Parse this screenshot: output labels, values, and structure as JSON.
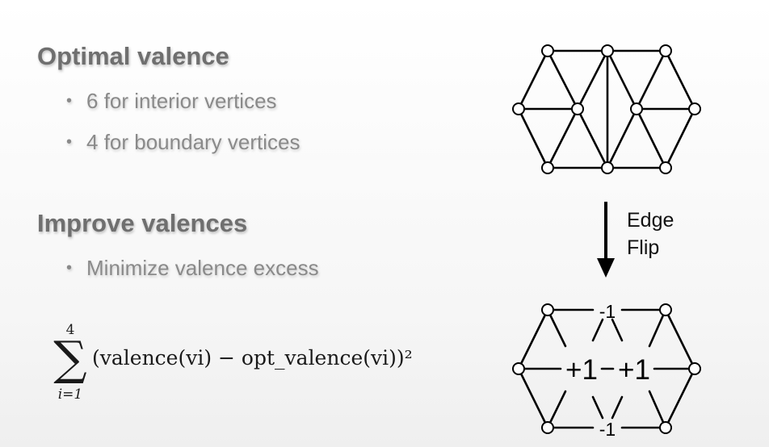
{
  "section1": {
    "heading": "Optimal valence",
    "bullets": [
      "6 for interior vertices",
      "4 for boundary vertices"
    ]
  },
  "section2": {
    "heading": "Improve valences",
    "bullets": [
      "Minimize valence excess"
    ]
  },
  "formula": {
    "upper_limit": "4",
    "lower_limit": "i=1",
    "expression": "(valence(vi) − opt_valence(vi))²"
  },
  "arrow": {
    "label_line1": "Edge",
    "label_line2": "Flip"
  },
  "bottom_mesh": {
    "labels": {
      "top": "-1",
      "bottom": "-1",
      "left_center": "+1",
      "right_center": "+1"
    }
  },
  "colors": {
    "heading": "#6f6f6f",
    "bullet": "#8a8a8a",
    "mesh": "#000000"
  }
}
